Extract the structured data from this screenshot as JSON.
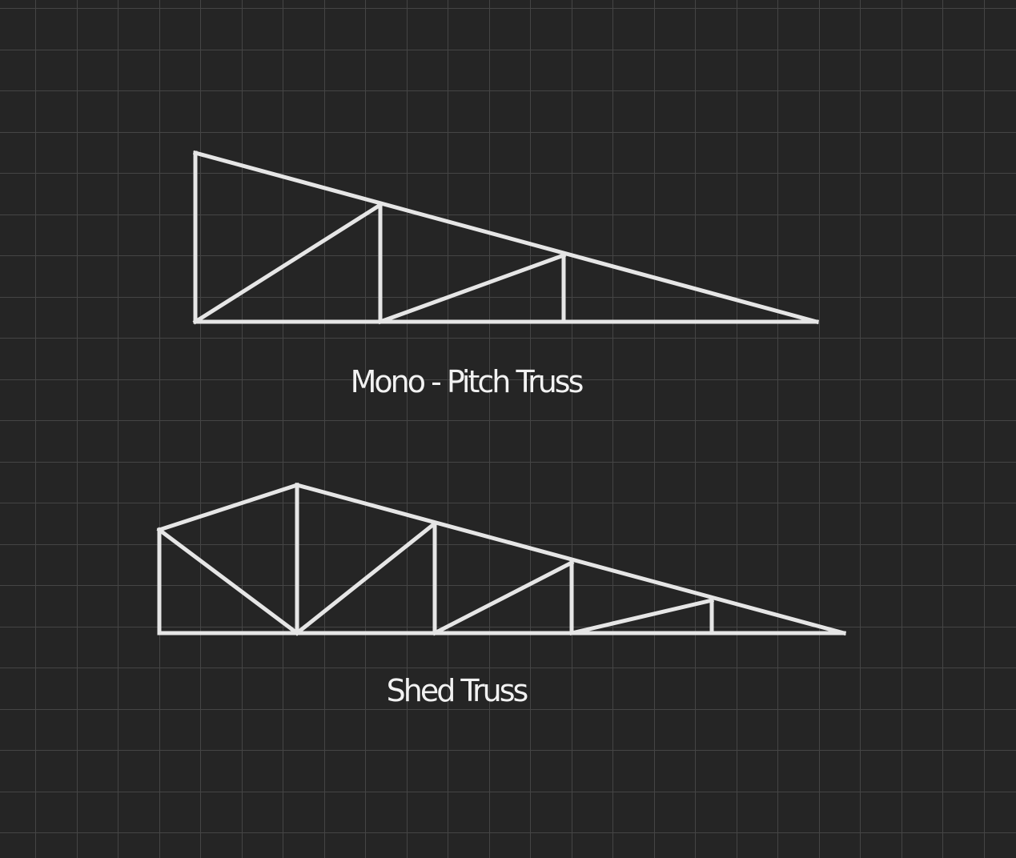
{
  "colors": {
    "background": "#252525",
    "grid": "#454545",
    "stroke": "#e6e6e6",
    "text": "#f2f2f2"
  },
  "trusses": [
    {
      "id": "mono",
      "caption": "Mono - Pitch Truss"
    },
    {
      "id": "shed",
      "caption": "Shed Truss"
    }
  ]
}
